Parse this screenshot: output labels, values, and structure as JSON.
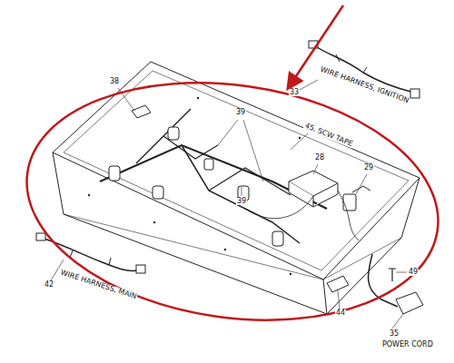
{
  "diagram": {
    "labels": [
      "33",
      "WIRE HARNESS, IGNITION",
      "38",
      "39",
      "45, SCW TAPE",
      "28",
      "29",
      "39",
      "42",
      "WIRE HARNESS, MAIN",
      "49",
      "44",
      "35",
      "POWER CORD"
    ]
  }
}
